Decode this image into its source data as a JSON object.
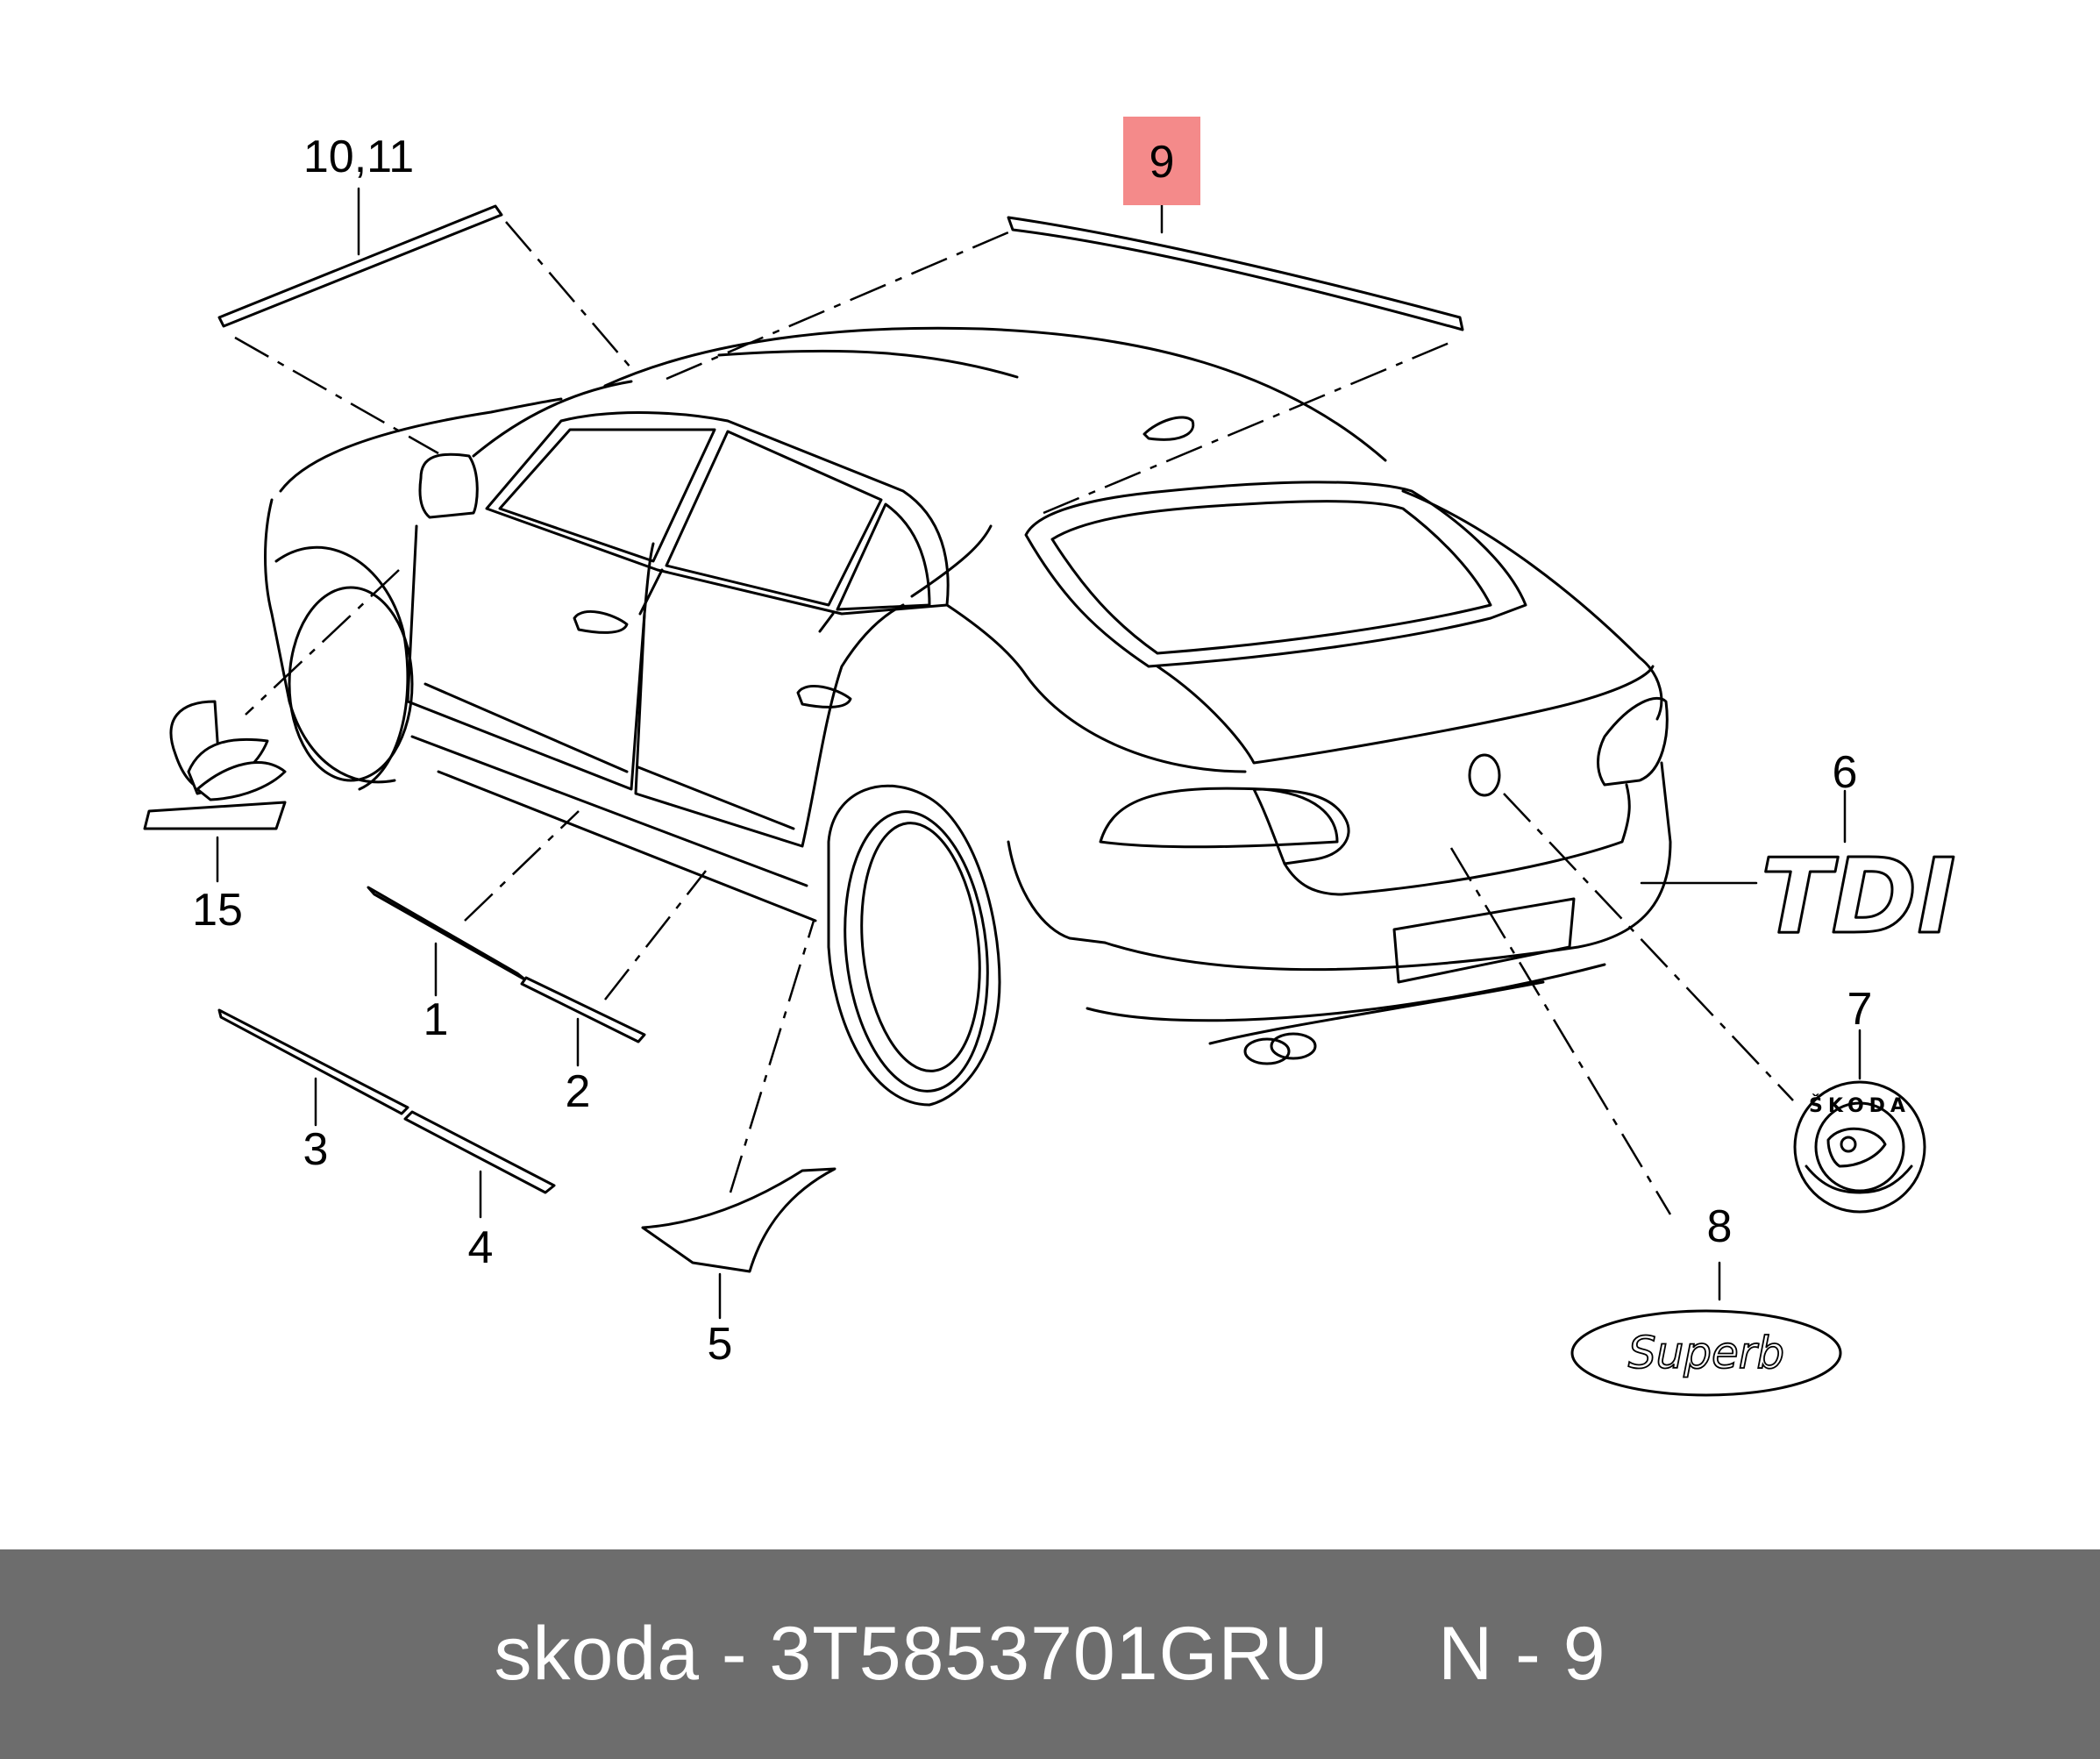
{
  "callouts": {
    "c1": "1",
    "c2": "2",
    "c3": "3",
    "c4": "4",
    "c5": "5",
    "c6": "6",
    "c7": "7",
    "c8": "8",
    "c9": "9",
    "c10": "10,11",
    "c15": "15"
  },
  "highlight": {
    "label": "9",
    "color": "#f48a8a"
  },
  "badges": {
    "tdi": "TDI",
    "skoda": "ŠKODA",
    "superb": "Superb"
  },
  "footer": {
    "brand": "skoda",
    "separator": " - ",
    "part_number": "3T5853701GRU",
    "gap": "     ",
    "position": "N - 9"
  }
}
